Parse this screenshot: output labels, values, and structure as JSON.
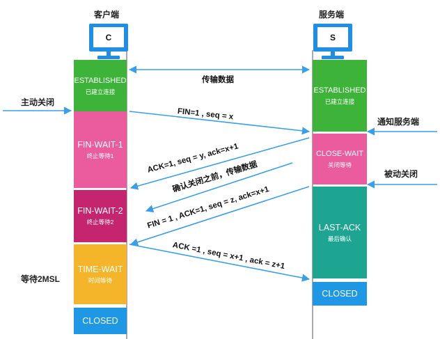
{
  "client": {
    "label": "客户端",
    "monitor_letter": "C",
    "states": {
      "established": {
        "en": "ESTABLISHED",
        "zh": "已建立连接"
      },
      "fin_wait_1": {
        "en": "FIN-WAIT-1",
        "zh": "终止等待1"
      },
      "fin_wait_2": {
        "en": "FIN-WAIT-2",
        "zh": "终止等待2"
      },
      "time_wait": {
        "en": "TIME-WAIT",
        "zh": "时间等待"
      },
      "closed": {
        "en": "CLOSED"
      }
    },
    "active_close_label": "主动关闭",
    "wait_label": "等待2MSL"
  },
  "server": {
    "label": "服务端",
    "monitor_letter": "S",
    "states": {
      "established": {
        "en": "ESTABLISHED",
        "zh": "已建立连接"
      },
      "close_wait": {
        "en": "CLOSE-WAIT",
        "zh": "关闭等待"
      },
      "last_ack": {
        "en": "LAST-ACK",
        "zh": "最后确认"
      },
      "closed": {
        "en": "CLOSED"
      }
    },
    "notify_label": "通知服务端",
    "passive_close_label": "被动关闭"
  },
  "messages": {
    "transfer": "传输数据",
    "fin1": "FIN=1 , seq = x",
    "ack1": "ACK=1, seq = y, ack=x+1",
    "confirm_transfer": "确认关闭之前，传输数据",
    "fin2": "FIN = 1 , ACK=1, seq = z, ack=x+1",
    "ack2": "ACK =1 , seq = x+1 , ack = z+1"
  },
  "colors": {
    "established": "#3db33a",
    "fin_wait_1": "#ea5c9d",
    "fin_wait_2": "#c5246e",
    "time_wait": "#f4b52a",
    "closed": "#1e97e4",
    "close_wait": "#ea5c9d",
    "last_ack": "#1ea591",
    "arrow": "#3a9ee8",
    "lifeline": "#555555",
    "monitor": "#1f8ee3"
  }
}
